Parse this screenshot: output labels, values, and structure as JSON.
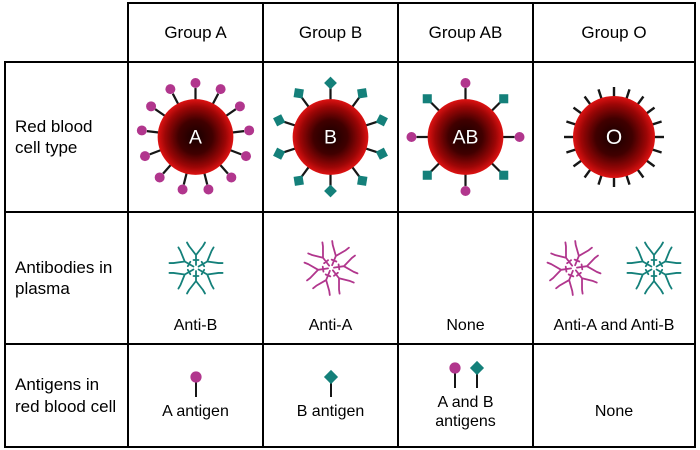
{
  "columns": [
    {
      "label": "Group A"
    },
    {
      "label": "Group B"
    },
    {
      "label": "Group AB"
    },
    {
      "label": "Group O"
    }
  ],
  "rows": [
    {
      "label": "Red blood cell type"
    },
    {
      "label": "Antibodies in plasma"
    },
    {
      "label": "Antigens in red blood cell"
    }
  ],
  "rbc": [
    {
      "letter": "A",
      "antigens": "a"
    },
    {
      "letter": "B",
      "antigens": "b"
    },
    {
      "letter": "AB",
      "antigens": "ab"
    },
    {
      "letter": "O",
      "antigens": "none"
    }
  ],
  "antibodies": [
    {
      "label": "Anti-B",
      "clusters": [
        "anti-b"
      ]
    },
    {
      "label": "Anti-A",
      "clusters": [
        "anti-a"
      ]
    },
    {
      "label": "None",
      "clusters": []
    },
    {
      "label": "Anti-A and Anti-B",
      "clusters": [
        "anti-a",
        "anti-b"
      ]
    }
  ],
  "antigens": [
    {
      "label": "A antigen",
      "icons": [
        "a"
      ]
    },
    {
      "label": "B antigen",
      "icons": [
        "b"
      ]
    },
    {
      "label": "A and B antigens",
      "icons": [
        "a",
        "b"
      ]
    },
    {
      "label": "None",
      "icons": []
    }
  ],
  "colors": {
    "antigen_a": "#b1368d",
    "antigen_b": "#14807a",
    "cell_red": "#de1212",
    "cell_core": "#170000",
    "spike": "#161616",
    "border": "#000000",
    "text": "#000000"
  }
}
